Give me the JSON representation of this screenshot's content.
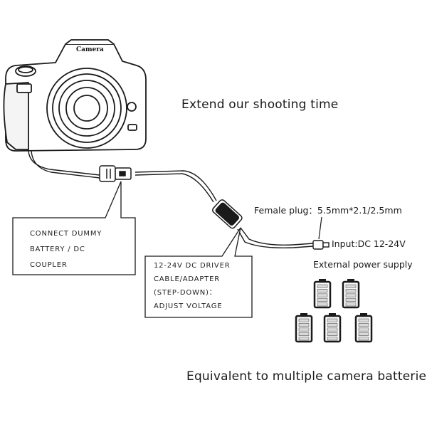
{
  "camera_label": "Camera",
  "headline_top": "Extend our shooting time",
  "headline_bottom": "Equivalent to multiple camera batteries",
  "callout_dummy": [
    "CONNECT DUMMY",
    "BATTERY / DC",
    "COUPLER"
  ],
  "callout_driver": [
    "12-24V DC DRIVER",
    "CABLE/ADAPTER",
    "(STEP-DOWN)：",
    "ADJUST VOLTAGE"
  ],
  "female_plug": "Female plug：5.5mm*2.1/2.5mm",
  "input_voltage": "Input:DC 12-24V",
  "power_supply": "External power supply",
  "colors": {
    "stroke": "#1a1a1a",
    "battery_fill": "#d9d9d9"
  },
  "icons": [
    "camera-icon",
    "battery-icon",
    "dummy-battery-connector-icon",
    "step-down-module-icon",
    "dc-plug-icon"
  ]
}
